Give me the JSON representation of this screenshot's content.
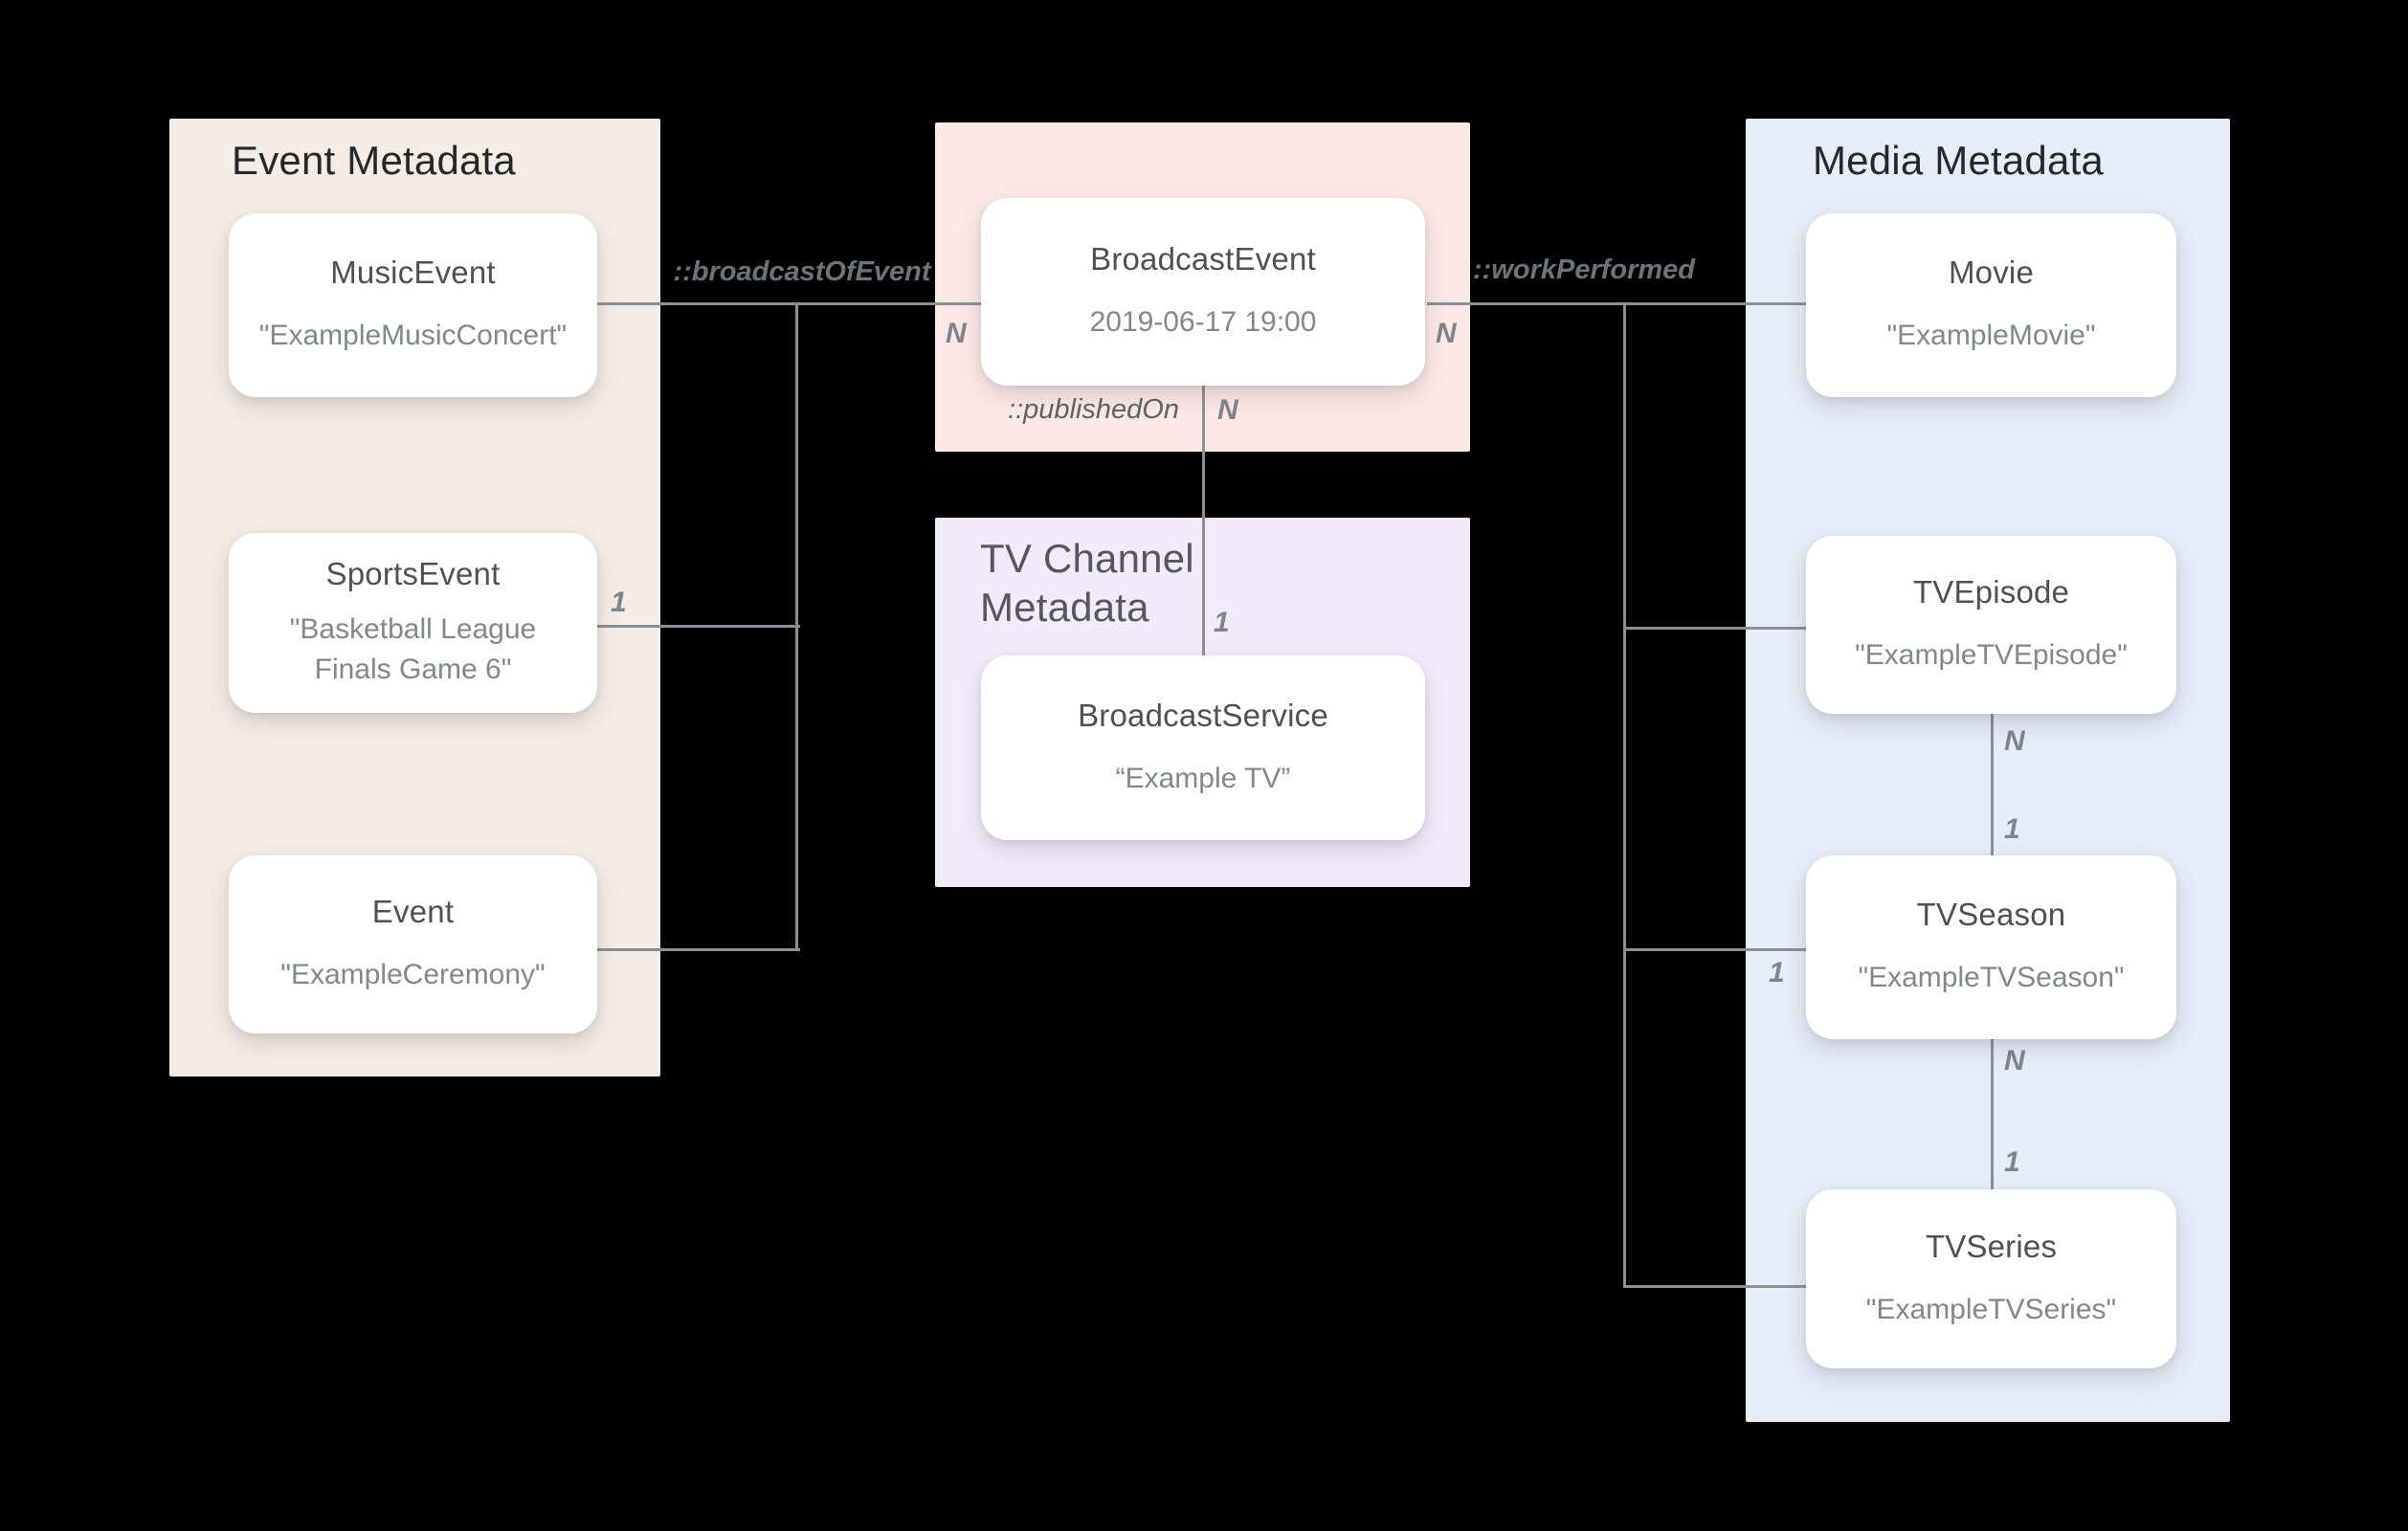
{
  "colors": {
    "background": "#000000",
    "line": "#8c9095",
    "event_panel_bg": "#f4ece5",
    "broadcast_panel_bg": "#fce8e6",
    "tv_channel_panel_bg": "#f3ebfa",
    "media_panel_bg": "#e7ecf9",
    "card_bg": "#ffffff",
    "node_title_color": "#4d5156",
    "node_subtitle_color": "#82878c"
  },
  "panels": {
    "event": {
      "title": "Event Metadata",
      "bg": "#f4ece5"
    },
    "broadcast": {
      "bg": "#fce8e6"
    },
    "tv_channel": {
      "title": "TV Channel Metadata",
      "bg": "#f3ebfa"
    },
    "media": {
      "title": "Media Metadata",
      "bg": "#e7ecf9"
    }
  },
  "nodes": {
    "music_event": {
      "title": "MusicEvent",
      "subtitle": "\"ExampleMusicConcert\""
    },
    "sports_event": {
      "title": "SportsEvent",
      "subtitle": "\"Basketball League Finals Game 6\""
    },
    "event": {
      "title": "Event",
      "subtitle": "\"ExampleCeremony\""
    },
    "broadcast_event": {
      "title": "BroadcastEvent",
      "subtitle": "2019-06-17 19:00"
    },
    "broadcast_service": {
      "title": "BroadcastService",
      "subtitle": "“Example TV”"
    },
    "movie": {
      "title": "Movie",
      "subtitle": "\"ExampleMovie\""
    },
    "tv_episode": {
      "title": "TVEpisode",
      "subtitle": "\"ExampleTVEpisode\""
    },
    "tv_season": {
      "title": "TVSeason",
      "subtitle": "\"ExampleTVSeason\""
    },
    "tv_series": {
      "title": "TVSeries",
      "subtitle": "\"ExampleTVSeries\""
    }
  },
  "edges": {
    "broadcast_of_event": "::broadcastOfEvent",
    "work_performed": "::workPerformed",
    "published_on": "::publishedOn"
  },
  "cardinalities": {
    "broadcast_left_n": "N",
    "broadcast_right_n": "N",
    "published_on_n": "N",
    "service_one": "1",
    "sports_one": "1",
    "season_left_one": "1",
    "episode_n": "N",
    "episode_season_one": "1",
    "season_n": "N",
    "season_series_one": "1"
  }
}
